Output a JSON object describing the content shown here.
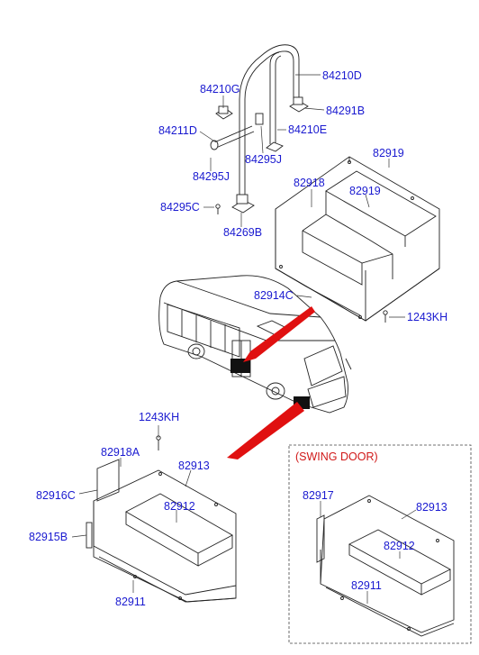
{
  "diagram": {
    "part_labels": {
      "p84210D": "84210D",
      "p84210G": "84210G",
      "p84291B": "84291B",
      "p84211D": "84211D",
      "p84210E": "84210E",
      "p84295J_a": "84295J",
      "p84295J_b": "84295J",
      "p84295C": "84295C",
      "p84269B": "84269B",
      "p82919_a": "82919",
      "p82918": "82918",
      "p82919_b": "82919",
      "p82914C": "82914C",
      "p1243KH_a": "1243KH",
      "p1243KH_b": "1243KH",
      "p82918A": "82918A",
      "p82913_a": "82913",
      "p82916C": "82916C",
      "p82912_a": "82912",
      "p82915B": "82915B",
      "p82911_a": "82911",
      "p82917": "82917",
      "p82913_b": "82913",
      "p82912_b": "82912",
      "p82911_b": "82911"
    },
    "swing_door_title": "(SWING DOOR)",
    "colors": {
      "label": "#1a1ad0",
      "swing_door_title": "#d01818",
      "callout_arrow": "#e01010"
    }
  }
}
